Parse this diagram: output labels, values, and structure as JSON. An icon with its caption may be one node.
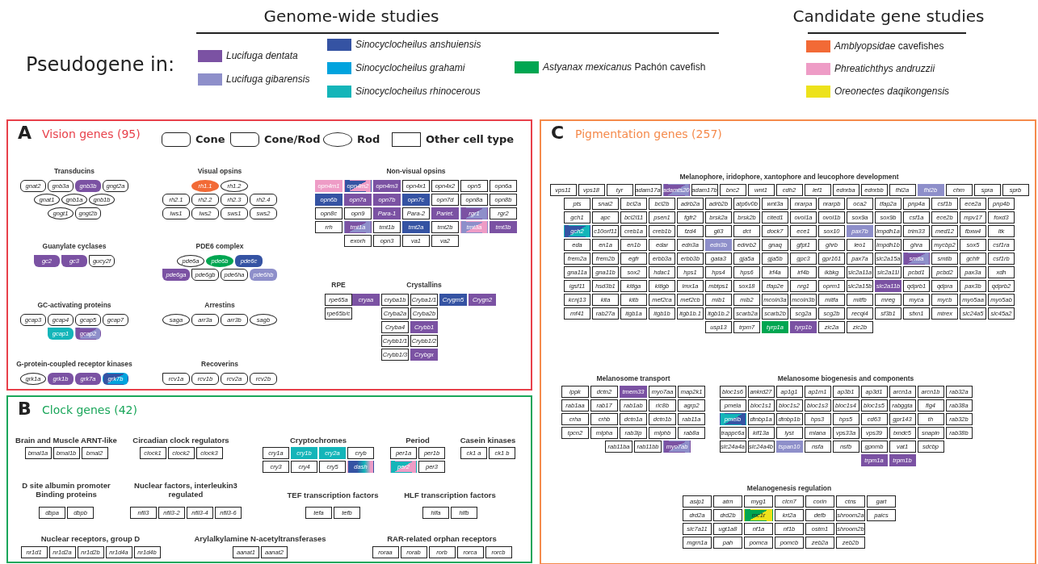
{
  "diagram": {
    "nodes": [
      {
        "text": [
          "A",
          "Vision genes (95)"
        ]
      },
      {
        "text": [
          "gnat2"
        ],
        "in": 0
      },
      {
        "text": [
          "gnb3a"
        ],
        "in": 0
      },
      {
        "text": [
          "gnb3b"
        ],
        "in": 0
      },
      {
        "text": [
          "gngt2a"
        ],
        "in": 0
      },
      {
        "text": [
          "gnat1"
        ],
        "in": 0
      },
      {
        "text": [
          "gnb1a"
        ],
        "in": 0
      },
      {
        "text": [
          "gnb1b"
        ],
        "in": 0
      },
      {
        "text": [
          "gngt1"
        ],
        "in": 0
      },
      {
        "text": [
          "gngt2b"
        ],
        "in": 0
      },
      {
        "text": [
          "rh1.1"
        ],
        "in": 0
      },
      {
        "text": [
          "rh1.2"
        ],
        "in": 0
      },
      {
        "text": [
          "rh2.1"
        ],
        "in": 0
      },
      {
        "text": [
          "rh2.2"
        ],
        "in": 0
      },
      {
        "text": [
          "rh2.3"
        ],
        "in": 0
      },
      {
        "text": [
          "rh2.4"
        ],
        "in": 0
      },
      {
        "text": [
          "lws1"
        ],
        "in": 0
      },
      {
        "text": [
          "lws2"
        ],
        "in": 0
      },
      {
        "text": [
          "sws1"
        ],
        "in": 0
      },
      {
        "text": [
          "sws2"
        ],
        "in": 0
      },
      {
        "text": [
          "opn4m1"
        ],
        "in": 0
      },
      {
        "text": [
          "opn4m2"
        ],
        "in": 0
      },
      {
        "text": [
          "opn4m3"
        ],
        "in": 0
      },
      {
        "text": [
          "opn4x1"
        ],
        "in": 0
      },
      {
        "text": [
          "opn4x2"
        ],
        "in": 0
      },
      {
        "text": [
          "opn5"
        ],
        "in": 0
      },
      {
        "text": [
          "opn6a"
        ],
        "in": 0
      },
      {
        "text": [
          "opn6b"
        ],
        "in": 0
      },
      {
        "text": [
          "opn7a"
        ],
        "in": 0
      },
      {
        "text": [
          "opn7b"
        ],
        "in": 0
      },
      {
        "text": [
          "opn7c"
        ],
        "in": 0
      },
      {
        "text": [
          "opn7d"
        ],
        "in": 0
      },
      {
        "text": [
          "opn8a"
        ],
        "in": 0
      },
      {
        "text": [
          "opn8b"
        ],
        "in": 0
      },
      {
        "text": [
          "opn8c"
        ],
        "in": 0
      },
      {
        "text": [
          "opn9"
        ],
        "in": 0
      },
      {
        "text": [
          "Para-1"
        ],
        "in": 0
      },
      {
        "text": [
          "Para-2"
        ],
        "in": 0
      },
      {
        "text": [
          "Pariet."
        ],
        "in": 0
      },
      {
        "text": [
          "rgr1"
        ],
        "in": 0
      },
      {
        "text": [
          "rgr2"
        ],
        "in": 0
      },
      {
        "text": [
          "rrh"
        ],
        "in": 0
      },
      {
        "text": [
          "tmt1a"
        ],
        "in": 0
      },
      {
        "text": [
          "tmt1b"
        ],
        "in": 0
      },
      {
        "text": [
          "tmt2a"
        ],
        "in": 0
      },
      {
        "text": [
          "tmt2b"
        ],
        "in": 0
      },
      {
        "text": [
          "tmt3a"
        ],
        "in": 0
      },
      {
        "text": [
          "tmt3b"
        ],
        "in": 0
      },
      {
        "text": [
          "exorh"
        ],
        "in": 0
      },
      {
        "text": [
          "opn3"
        ],
        "in": 0
      },
      {
        "text": [
          "va1"
        ],
        "in": 0
      },
      {
        "text": [
          "va2"
        ],
        "in": 0
      },
      {
        "text": [
          "gc2"
        ],
        "in": 0
      },
      {
        "text": [
          "gc3"
        ],
        "in": 0
      },
      {
        "text": [
          "gucy2f"
        ],
        "in": 0
      },
      {
        "text": [
          "pde6a"
        ],
        "in": 0
      },
      {
        "text": [
          "pde6b"
        ],
        "in": 0
      },
      {
        "text": [
          "pde6c"
        ],
        "in": 0
      },
      {
        "text": [
          "pde6ga"
        ],
        "in": 0
      },
      {
        "text": [
          "pde6gb"
        ],
        "in": 0
      },
      {
        "text": [
          "pde6ha"
        ],
        "in": 0
      },
      {
        "text": [
          "pde6hb"
        ],
        "in": 0
      },
      {
        "text": [
          "gcap3"
        ],
        "in": 0
      },
      {
        "text": [
          "gcap4"
        ],
        "in": 0
      },
      {
        "text": [
          "gcap5"
        ],
        "in": 0
      },
      {
        "text": [
          "gcap7"
        ],
        "in": 0
      },
      {
        "text": [
          "gcap1"
        ],
        "in": 0
      },
      {
        "text": [
          "gcap2"
        ],
        "in": 0
      },
      {
        "text": [
          "saga"
        ],
        "in": 0
      },
      {
        "text": [
          "arr3a"
        ],
        "in": 0
      },
      {
        "text": [
          "arr3b"
        ],
        "in": 0
      },
      {
        "text": [
          "sagb"
        ],
        "in": 0
      },
      {
        "text": [
          "rpe65a"
        ],
        "in": 0
      },
      {
        "text": [
          "rpe65b/c"
        ],
        "in": 0
      },
      {
        "text": [
          "cryaa"
        ],
        "in": 0
      },
      {
        "text": [
          "cryba1b"
        ],
        "in": 0
      },
      {
        "text": [
          "Cryba1/1"
        ],
        "in": 0
      },
      {
        "text": [
          "Crygm5"
        ],
        "in": 0
      },
      {
        "text": [
          "Crygn2"
        ],
        "in": 0
      },
      {
        "text": [
          "Cryba2a"
        ],
        "in": 0
      },
      {
        "text": [
          "Cryba2b"
        ],
        "in": 0
      },
      {
        "text": [
          "Cryba4"
        ],
        "in": 0
      },
      {
        "text": [
          "Crybb1"
        ],
        "in": 0
      },
      {
        "text": [
          "Crybb1/1"
        ],
        "in": 0
      },
      {
        "text": [
          "Crybb1/2"
        ],
        "in": 0
      },
      {
        "text": [
          "Crybb1/3"
        ],
        "in": 0
      },
      {
        "text": [
          "Crybgx"
        ],
        "in": 0
      },
      {
        "text": [
          "grk1a"
        ],
        "in": 0
      },
      {
        "text": [
          "grk1b"
        ],
        "in": 0
      },
      {
        "text": [
          "grk7a"
        ],
        "in": 0
      },
      {
        "text": [
          "grk7b"
        ],
        "in": 0
      },
      {
        "text": [
          "rcv1a"
        ],
        "in": 0
      },
      {
        "text": [
          "rcv1b"
        ],
        "in": 0
      },
      {
        "text": [
          "rcv2a"
        ],
        "in": 0
      },
      {
        "text": [
          "rcv2b"
        ],
        "in": 0
      },
      {
        "text": [
          "B",
          "Clock genes (42)"
        ]
      },
      {
        "text": [
          "bmal1a"
        ],
        "in": 95
      },
      {
        "text": [
          "bmal1b"
        ],
        "in": 95
      },
      {
        "text": [
          "bmal2"
        ],
        "in": 95
      },
      {
        "text": [
          "clock1"
        ],
        "in": 95
      },
      {
        "text": [
          "clock2"
        ],
        "in": 95
      },
      {
        "text": [
          "clock3"
        ],
        "in": 95
      },
      {
        "text": [
          "cry1a"
        ],
        "in": 95
      },
      {
        "text": [
          "cry1b"
        ],
        "in": 95
      },
      {
        "text": [
          "cry2a"
        ],
        "in": 95
      },
      {
        "text": [
          "cryb"
        ],
        "in": 95
      },
      {
        "text": [
          "cry3"
        ],
        "in": 95
      },
      {
        "text": [
          "cry4"
        ],
        "in": 95
      },
      {
        "text": [
          "cry5"
        ],
        "in": 95
      },
      {
        "text": [
          "dash"
        ],
        "in": 95
      },
      {
        "text": [
          "per1a"
        ],
        "in": 95
      },
      {
        "text": [
          "per1b"
        ],
        "in": 95
      },
      {
        "text": [
          "per2"
        ],
        "in": 95
      },
      {
        "text": [
          "per3"
        ],
        "in": 95
      },
      {
        "text": [
          "ck1 a"
        ],
        "in": 95
      },
      {
        "text": [
          "ck1 b"
        ],
        "in": 95
      },
      {
        "text": [
          "dbpa"
        ],
        "in": 95
      },
      {
        "text": [
          "dbpb"
        ],
        "in": 95
      },
      {
        "text": [
          "nfil3"
        ],
        "in": 95
      },
      {
        "text": [
          "nfil3-2"
        ],
        "in": 95
      },
      {
        "text": [
          "nfil3-4"
        ],
        "in": 95
      },
      {
        "text": [
          "nfil3-6"
        ],
        "in": 95
      },
      {
        "text": [
          "tefa"
        ],
        "in": 95
      },
      {
        "text": [
          "tefb"
        ],
        "in": 95
      },
      {
        "text": [
          "hlfa"
        ],
        "in": 95
      },
      {
        "text": [
          "hlfb"
        ],
        "in": 95
      },
      {
        "text": [
          "nr1d1"
        ],
        "in": 95
      },
      {
        "text": [
          "nr1d2a"
        ],
        "in": 95
      },
      {
        "text": [
          "nr1d2b"
        ],
        "in": 95
      },
      {
        "text": [
          "nr1d4a"
        ],
        "in": 95
      },
      {
        "text": [
          "nr1d4b"
        ],
        "in": 95
      },
      {
        "text": [
          "aanat1"
        ],
        "in": 95
      },
      {
        "text": [
          "aanat2"
        ],
        "in": 95
      },
      {
        "text": [
          "roraa"
        ],
        "in": 95
      },
      {
        "text": [
          "rorab"
        ],
        "in": 95
      },
      {
        "text": [
          "rorb"
        ],
        "in": 95
      },
      {
        "text": [
          "rorca"
        ],
        "in": 95
      },
      {
        "text": [
          "rorcb"
        ],
        "in": 95
      },
      {
        "text": [
          "C",
          "Pigmentation genes (257)"
        ]
      },
      {
        "text": [
          "vps11"
        ],
        "in": 138
      },
      {
        "text": [
          "vps18"
        ],
        "in": 138
      },
      {
        "text": [
          "tyr"
        ],
        "in": 138
      },
      {
        "text": [
          "adam17a"
        ],
        "in": 138
      },
      {
        "text": [
          "adamts20"
        ],
        "in": 138
      },
      {
        "text": [
          "adam17b"
        ],
        "in": 138
      },
      {
        "text": [
          "bnc2"
        ],
        "in": 138
      },
      {
        "text": [
          "wnt1"
        ],
        "in": 138
      },
      {
        "text": [
          "cdh2"
        ],
        "in": 138
      },
      {
        "text": [
          "lef1"
        ],
        "in": 138
      },
      {
        "text": [
          "ednrba"
        ],
        "in": 138
      },
      {
        "text": [
          "ednrbb"
        ],
        "in": 138
      },
      {
        "text": [
          "fhl2a"
        ],
        "in": 138
      },
      {
        "text": [
          "fhl2b"
        ],
        "in": 138
      },
      {
        "text": [
          "chm"
        ],
        "in": 138
      },
      {
        "text": [
          "spra"
        ],
        "in": 138
      },
      {
        "text": [
          "sprb"
        ],
        "in": 138
      },
      {
        "text": [
          "pts"
        ],
        "in": 138
      },
      {
        "text": [
          "snai2"
        ],
        "in": 138
      },
      {
        "text": [
          "bcl2a"
        ],
        "in": 138
      },
      {
        "text": [
          "bcl2b"
        ],
        "in": 138
      },
      {
        "text": [
          "adrb2a"
        ],
        "in": 138
      },
      {
        "text": [
          "adrb2b"
        ],
        "in": 138
      },
      {
        "text": [
          "atp6v0b"
        ],
        "in": 138
      },
      {
        "text": [
          "wnt3a"
        ],
        "in": 138
      },
      {
        "text": [
          "nrarpa"
        ],
        "in": 138
      },
      {
        "text": [
          "nrarpb"
        ],
        "in": 138
      },
      {
        "text": [
          "oca2"
        ],
        "in": 138
      },
      {
        "text": [
          "tfap2a"
        ],
        "in": 138
      },
      {
        "text": [
          "pnp4a"
        ],
        "in": 138
      },
      {
        "text": [
          "csf1b"
        ],
        "in": 138
      },
      {
        "text": [
          "ece2a"
        ],
        "in": 138
      },
      {
        "text": [
          "pnp4b"
        ],
        "in": 138
      },
      {
        "text": [
          "gch1"
        ],
        "in": 138
      },
      {
        "text": [
          "apc"
        ],
        "in": 138
      },
      {
        "text": [
          "bcl2l11"
        ],
        "in": 138
      },
      {
        "text": [
          "psen1"
        ],
        "in": 138
      },
      {
        "text": [
          "fgfr2"
        ],
        "in": 138
      },
      {
        "text": [
          "brsk2a"
        ],
        "in": 138
      },
      {
        "text": [
          "brsk2b"
        ],
        "in": 138
      },
      {
        "text": [
          "cited1"
        ],
        "in": 138
      },
      {
        "text": [
          "ovol1a"
        ],
        "in": 138
      },
      {
        "text": [
          "ovol1b"
        ],
        "in": 138
      },
      {
        "text": [
          "sox9a"
        ],
        "in": 138
      },
      {
        "text": [
          "sox9b"
        ],
        "in": 138
      },
      {
        "text": [
          "csf1a"
        ],
        "in": 138
      },
      {
        "text": [
          "ece2b"
        ],
        "in": 138
      },
      {
        "text": [
          "mpv17"
        ],
        "in": 138
      },
      {
        "text": [
          "foxd3"
        ],
        "in": 138
      },
      {
        "text": [
          "gch2"
        ],
        "in": 138
      },
      {
        "text": [
          "c10orf11"
        ],
        "in": 138
      },
      {
        "text": [
          "creb1a"
        ],
        "in": 138
      },
      {
        "text": [
          "creb1b"
        ],
        "in": 138
      },
      {
        "text": [
          "fzd4"
        ],
        "in": 138
      },
      {
        "text": [
          "gli3"
        ],
        "in": 138
      },
      {
        "text": [
          "dct"
        ],
        "in": 138
      },
      {
        "text": [
          "dock7"
        ],
        "in": 138
      },
      {
        "text": [
          "ece1"
        ],
        "in": 138
      },
      {
        "text": [
          "sox10"
        ],
        "in": 138
      },
      {
        "text": [
          "pax7b"
        ],
        "in": 138
      },
      {
        "text": [
          "impdh1a"
        ],
        "in": 138
      },
      {
        "text": [
          "trim33"
        ],
        "in": 138
      },
      {
        "text": [
          "med12"
        ],
        "in": 138
      },
      {
        "text": [
          "fbxw4"
        ],
        "in": 138
      },
      {
        "text": [
          "ltk"
        ],
        "in": 138
      },
      {
        "text": [
          "eda"
        ],
        "in": 138
      },
      {
        "text": [
          "en1a"
        ],
        "in": 138
      },
      {
        "text": [
          "en1b"
        ],
        "in": 138
      },
      {
        "text": [
          "edar"
        ],
        "in": 138
      },
      {
        "text": [
          "edn3a"
        ],
        "in": 138
      },
      {
        "text": [
          "edn3b"
        ],
        "in": 138
      },
      {
        "text": [
          "ednrb2"
        ],
        "in": 138
      },
      {
        "text": [
          "gnaq"
        ],
        "in": 138
      },
      {
        "text": [
          "gfpt1"
        ],
        "in": 138
      },
      {
        "text": [
          "ghrb"
        ],
        "in": 138
      },
      {
        "text": [
          "leo1"
        ],
        "in": 138
      },
      {
        "text": [
          "impdh1b"
        ],
        "in": 138
      },
      {
        "text": [
          "ghra"
        ],
        "in": 138
      },
      {
        "text": [
          "mycbp2"
        ],
        "in": 138
      },
      {
        "text": [
          "sox5"
        ],
        "in": 138
      },
      {
        "text": [
          "csf1ra"
        ],
        "in": 138
      },
      {
        "text": [
          "frem2a"
        ],
        "in": 138
      },
      {
        "text": [
          "frem2b"
        ],
        "in": 138
      },
      {
        "text": [
          "egfr"
        ],
        "in": 138
      },
      {
        "text": [
          "erbb3a"
        ],
        "in": 138
      },
      {
        "text": [
          "erbb3b"
        ],
        "in": 138
      },
      {
        "text": [
          "gata3"
        ],
        "in": 138
      },
      {
        "text": [
          "gja5a"
        ],
        "in": 138
      },
      {
        "text": [
          "gja5b"
        ],
        "in": 138
      },
      {
        "text": [
          "gpc3"
        ],
        "in": 138
      },
      {
        "text": [
          "gpr161"
        ],
        "in": 138
      },
      {
        "text": [
          "pax7a"
        ],
        "in": 138
      },
      {
        "text": [
          "slc2a15a"
        ],
        "in": 138
      },
      {
        "text": [
          "smtla"
        ],
        "in": 138
      },
      {
        "text": [
          "smtlb"
        ],
        "in": 138
      },
      {
        "text": [
          "gchfr"
        ],
        "in": 138
      },
      {
        "text": [
          "csf1rb"
        ],
        "in": 138
      },
      {
        "text": [
          "gna11a"
        ],
        "in": 138
      },
      {
        "text": [
          "gna11b"
        ],
        "in": 138
      },
      {
        "text": [
          "sox2"
        ],
        "in": 138
      },
      {
        "text": [
          "hdac1"
        ],
        "in": 138
      },
      {
        "text": [
          "hps1"
        ],
        "in": 138
      },
      {
        "text": [
          "hps4"
        ],
        "in": 138
      },
      {
        "text": [
          "hps6"
        ],
        "in": 138
      },
      {
        "text": [
          "irf4a"
        ],
        "in": 138
      },
      {
        "text": [
          "irf4b"
        ],
        "in": 138
      },
      {
        "text": [
          "ikbkg"
        ],
        "in": 138
      },
      {
        "text": [
          "slc2a11a"
        ],
        "in": 138
      },
      {
        "text": [
          "slc2a11l"
        ],
        "in": 138
      },
      {
        "text": [
          "pcbd1"
        ],
        "in": 138
      },
      {
        "text": [
          "pcbd2"
        ],
        "in": 138
      },
      {
        "text": [
          "pax3a"
        ],
        "in": 138
      },
      {
        "text": [
          "xdh"
        ],
        "in": 138
      },
      {
        "text": [
          "igsf11"
        ],
        "in": 138
      },
      {
        "text": [
          "hsd3b1"
        ],
        "in": 138
      },
      {
        "text": [
          "kitlga"
        ],
        "in": 138
      },
      {
        "text": [
          "kitlgb"
        ],
        "in": 138
      },
      {
        "text": [
          "lmx1a"
        ],
        "in": 138
      },
      {
        "text": [
          "mbtps1"
        ],
        "in": 138
      },
      {
        "text": [
          "sox18"
        ],
        "in": 138
      },
      {
        "text": [
          "tfap2e"
        ],
        "in": 138
      },
      {
        "text": [
          "nrg1"
        ],
        "in": 138
      },
      {
        "text": [
          "oprm1"
        ],
        "in": 138
      },
      {
        "text": [
          "slc2a15b"
        ],
        "in": 138
      },
      {
        "text": [
          "slc2a11b"
        ],
        "in": 138
      },
      {
        "text": [
          "qdprb1"
        ],
        "in": 138
      },
      {
        "text": [
          "qdpra"
        ],
        "in": 138
      },
      {
        "text": [
          "pax3b"
        ],
        "in": 138
      },
      {
        "text": [
          "qdprb2"
        ],
        "in": 138
      },
      {
        "text": [
          "kcnj13"
        ],
        "in": 138
      },
      {
        "text": [
          "kita"
        ],
        "in": 138
      },
      {
        "text": [
          "kitb"
        ],
        "in": 138
      },
      {
        "text": [
          "mef2ca"
        ],
        "in": 138
      },
      {
        "text": [
          "mef2cb"
        ],
        "in": 138
      },
      {
        "text": [
          "mib1"
        ],
        "in": 138
      },
      {
        "text": [
          "mib2"
        ],
        "in": 138
      },
      {
        "text": [
          "mcoln3a"
        ],
        "in": 138
      },
      {
        "text": [
          "mcoln3b"
        ],
        "in": 138
      },
      {
        "text": [
          "mitfa"
        ],
        "in": 138
      },
      {
        "text": [
          "mitfb"
        ],
        "in": 138
      },
      {
        "text": [
          "mreg"
        ],
        "in": 138
      },
      {
        "text": [
          "myca"
        ],
        "in": 138
      },
      {
        "text": [
          "mycb"
        ],
        "in": 138
      },
      {
        "text": [
          "myo5aa"
        ],
        "in": 138
      },
      {
        "text": [
          "myo5ab"
        ],
        "in": 138
      },
      {
        "text": [
          "rnf41"
        ],
        "in": 138
      },
      {
        "text": [
          "rab27a"
        ],
        "in": 138
      },
      {
        "text": [
          "itgb1a"
        ],
        "in": 138
      },
      {
        "text": [
          "itgb1b"
        ],
        "in": 138
      },
      {
        "text": [
          "itgb1b.1"
        ],
        "in": 138
      },
      {
        "text": [
          "itgb1b.2"
        ],
        "in": 138
      },
      {
        "text": [
          "scarb2a"
        ],
        "in": 138
      },
      {
        "text": [
          "scarb2b"
        ],
        "in": 138
      },
      {
        "text": [
          "scg2a"
        ],
        "in": 138
      },
      {
        "text": [
          "scg2b"
        ],
        "in": 138
      },
      {
        "text": [
          "recql4"
        ],
        "in": 138
      },
      {
        "text": [
          "sf3b1"
        ],
        "in": 138
      },
      {
        "text": [
          "sfxn1"
        ],
        "in": 138
      },
      {
        "text": [
          "mtrex"
        ],
        "in": 138
      },
      {
        "text": [
          "slc24a5"
        ],
        "in": 138
      },
      {
        "text": [
          "slc45a2"
        ],
        "in": 138
      },
      {
        "text": [
          "usp13"
        ],
        "in": 138
      },
      {
        "text": [
          "trpm7"
        ],
        "in": 138
      },
      {
        "text": [
          "tyrp1a"
        ],
        "in": 138
      },
      {
        "text": [
          "tyrp1b"
        ],
        "in": 138
      },
      {
        "text": [
          "zic2a"
        ],
        "in": 138
      },
      {
        "text": [
          "zic2b"
        ],
        "in": 138
      },
      {
        "text": [
          "ippk"
        ],
        "in": 138
      },
      {
        "text": [
          "dctn2"
        ],
        "in": 138
      },
      {
        "text": [
          "tmem33"
        ],
        "in": 138
      },
      {
        "text": [
          "myo7aa"
        ],
        "in": 138
      },
      {
        "text": [
          "map2k1"
        ],
        "in": 138
      },
      {
        "text": [
          "rab1aa"
        ],
        "in": 138
      },
      {
        "text": [
          "rab17"
        ],
        "in": 138
      },
      {
        "text": [
          "rab1ab"
        ],
        "in": 138
      },
      {
        "text": [
          "ric8b"
        ],
        "in": 138
      },
      {
        "text": [
          "agrp2"
        ],
        "in": 138
      },
      {
        "text": [
          "crha"
        ],
        "in": 138
      },
      {
        "text": [
          "crhb"
        ],
        "in": 138
      },
      {
        "text": [
          "dctn1a"
        ],
        "in": 138
      },
      {
        "text": [
          "dctn1b"
        ],
        "in": 138
      },
      {
        "text": [
          "rab11a"
        ],
        "in": 138
      },
      {
        "text": [
          "tpcn2"
        ],
        "in": 138
      },
      {
        "text": [
          "mlpha"
        ],
        "in": 138
      },
      {
        "text": [
          "rab3ip"
        ],
        "in": 138
      },
      {
        "text": [
          "mlphb"
        ],
        "in": 138
      },
      {
        "text": [
          "rab8a"
        ],
        "in": 138
      },
      {
        "text": [
          "rab11ba"
        ],
        "in": 138
      },
      {
        "text": [
          "rab11bb"
        ],
        "in": 138
      },
      {
        "text": [
          "myo7ab"
        ],
        "in": 138
      },
      {
        "text": [
          "bloc1s6"
        ],
        "in": 138
      },
      {
        "text": [
          "ankrd27"
        ],
        "in": 138
      },
      {
        "text": [
          "ap1g1"
        ],
        "in": 138
      },
      {
        "text": [
          "ap1m1"
        ],
        "in": 138
      },
      {
        "text": [
          "ap3b1"
        ],
        "in": 138
      },
      {
        "text": [
          "ap3d1"
        ],
        "in": 138
      },
      {
        "text": [
          "arcn1a"
        ],
        "in": 138
      },
      {
        "text": [
          "arcn1b"
        ],
        "in": 138
      },
      {
        "text": [
          "rab32a"
        ],
        "in": 138
      },
      {
        "text": [
          "pmela"
        ],
        "in": 138
      },
      {
        "text": [
          "bloc1s1"
        ],
        "in": 138
      },
      {
        "text": [
          "bloc1s2"
        ],
        "in": 138
      },
      {
        "text": [
          "bloc1s3"
        ],
        "in": 138
      },
      {
        "text": [
          "bloc1s4"
        ],
        "in": 138
      },
      {
        "text": [
          "bloc1s5"
        ],
        "in": 138
      },
      {
        "text": [
          "rabggta"
        ],
        "in": 138
      },
      {
        "text": [
          "fig4"
        ],
        "in": 138
      },
      {
        "text": [
          "rab38a"
        ],
        "in": 138
      },
      {
        "text": [
          "pmelb"
        ],
        "in": 138
      },
      {
        "text": [
          "dtnbp1a"
        ],
        "in": 138
      },
      {
        "text": [
          "dtnbp1b"
        ],
        "in": 138
      },
      {
        "text": [
          "hps3"
        ],
        "in": 138
      },
      {
        "text": [
          "hps5"
        ],
        "in": 138
      },
      {
        "text": [
          "cd63"
        ],
        "in": 138
      },
      {
        "text": [
          "gpr143"
        ],
        "in": 138
      },
      {
        "text": [
          "th"
        ],
        "in": 138
      },
      {
        "text": [
          "rab32b"
        ],
        "in": 138
      },
      {
        "text": [
          "trappc6a"
        ],
        "in": 138
      },
      {
        "text": [
          "kif13a"
        ],
        "in": 138
      },
      {
        "text": [
          "lyst"
        ],
        "in": 138
      },
      {
        "text": [
          "mlana"
        ],
        "in": 138
      },
      {
        "text": [
          "vps33a"
        ],
        "in": 138
      },
      {
        "text": [
          "vps39"
        ],
        "in": 138
      },
      {
        "text": [
          "txndc5"
        ],
        "in": 138
      },
      {
        "text": [
          "snapin"
        ],
        "in": 138
      },
      {
        "text": [
          "rab38b"
        ],
        "in": 138
      },
      {
        "text": [
          "slc24a4a"
        ],
        "in": 138
      },
      {
        "text": [
          "slc24a4b"
        ],
        "in": 138
      },
      {
        "text": [
          "tspan10"
        ],
        "in": 138
      },
      {
        "text": [
          "nsfa"
        ],
        "in": 138
      },
      {
        "text": [
          "nsfb"
        ],
        "in": 138
      },
      {
        "text": [
          "gpnmb"
        ],
        "in": 138
      },
      {
        "text": [
          "vat1"
        ],
        "in": 138
      },
      {
        "text": [
          "sdcbp"
        ],
        "in": 138
      },
      {
        "text": [
          "trpm1a"
        ],
        "in": 138
      },
      {
        "text": [
          "trpm1b"
        ],
        "in": 138
      },
      {
        "text": [
          "asip1"
        ],
        "in": 138
      },
      {
        "text": [
          "atrn"
        ],
        "in": 138
      },
      {
        "text": [
          "myg1"
        ],
        "in": 138
      },
      {
        "text": [
          "clcn7"
        ],
        "in": 138
      },
      {
        "text": [
          "corin"
        ],
        "in": 138
      },
      {
        "text": [
          "ctns"
        ],
        "in": 138
      },
      {
        "text": [
          "gart"
        ],
        "in": 138
      },
      {
        "text": [
          "drd2a"
        ],
        "in": 138
      },
      {
        "text": [
          "drd2b"
        ],
        "in": 138
      },
      {
        "text": [
          "mc1r"
        ],
        "in": 138
      },
      {
        "text": [
          "krt2a"
        ],
        "in": 138
      },
      {
        "text": [
          "defb"
        ],
        "in": 138
      },
      {
        "text": [
          "shroom2a"
        ],
        "in": 138
      },
      {
        "text": [
          "paics"
        ],
        "in": 138
      },
      {
        "text": [
          "slc7a11"
        ],
        "in": 138
      },
      {
        "text": [
          "ugt1a8"
        ],
        "in": 138
      },
      {
        "text": [
          "nf1a"
        ],
        "in": 138
      },
      {
        "text": [
          "nf1b"
        ],
        "in": 138
      },
      {
        "text": [
          "ostm1"
        ],
        "in": 138
      },
      {
        "text": [
          "shroom2b"
        ],
        "in": 138
      },
      {
        "text": [
          "mgrn1a"
        ],
        "in": 138
      },
      {
        "text": [
          "pah"
        ],
        "in": 138
      },
      {
        "text": [
          "pomca"
        ],
        "in": 138
      },
      {
        "text": [
          "pomcb"
        ],
        "in": 138
      },
      {
        "text": [
          "zeb2a"
        ],
        "in": 138
      },
      {
        "text": [
          "zeb2b"
        ],
        "in": 138
      }
    ],
    "labels": [
      "Genome-wide studies",
      "Candidate gene studies",
      "Pseudogene in:",
      "Transducins",
      "Visual opsins",
      "Non-visual opsins",
      "Guanylate cyclases",
      "PDE6 complex",
      "GC-activating proteins",
      "Arrestins",
      "RPE",
      "Crystallins",
      "G-protein-coupled receptor kinases",
      "Recoverins",
      "Brain and Muscle ARNT-like",
      "Circadian clock regulators",
      "Cryptochromes",
      "Period",
      "Casein kinases",
      "D site albumin promoter Binding proteins",
      "Nuclear factors, interleukin3 regulated",
      "TEF transcription factors",
      "HLF transcription factors",
      "Nuclear receptors, group D",
      "Arylalkylamine N-acetyltransferases",
      "RAR-related orphan receptors",
      "Melanophore, iridophore, xantophore and leucophore development",
      "Melanosome transport",
      "Melanosome biogenesis and components",
      "Melanogenesis regulation"
    ],
    "legend": [
      {
        "text": "Lucifuga dentata",
        "color": "#7b52a3"
      },
      {
        "text": "Lucifuga gibarensis",
        "color": "#8e8fca"
      },
      {
        "text": "Sinocyclocheilus anshuiensis",
        "color": "#3553a3"
      },
      {
        "text": "Sinocyclocheilus grahami",
        "color": "#00a3de"
      },
      {
        "text": "Sinocyclocheilus rhinocerous",
        "color": "#14b5b9"
      },
      {
        "text": "*Astyanax mexicanus* Pachón cavefish",
        "color": "#00a651"
      },
      {
        "text": "*Amblyopsidae* cavefishes",
        "color": "#f26a36"
      },
      {
        "text": "Phreatichthys andruzzii",
        "color": "#ee9cc6"
      },
      {
        "text": "Oreonectes daqikongensis",
        "color": "#ede21b"
      },
      {
        "text": "Cone"
      },
      {
        "text": "Cone/Rod"
      },
      {
        "text": "Rod"
      },
      {
        "text": "Other cell type"
      }
    ]
  }
}
